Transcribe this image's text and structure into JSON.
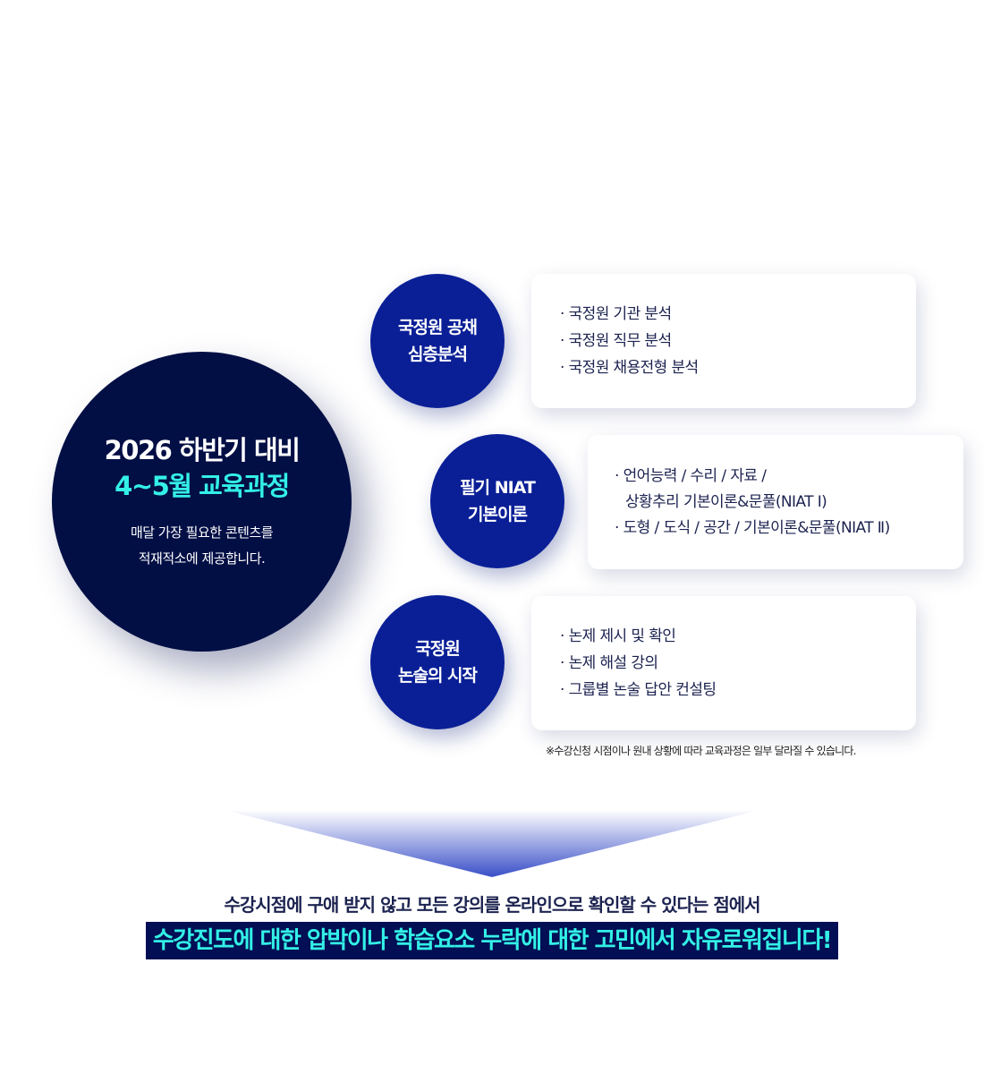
{
  "hero": {
    "title": "2026 하반기 대비",
    "subtitle": "4~5월 교육과정",
    "desc1": "매달 가장 필요한 콘텐츠를",
    "desc2": "적재적소에 제공합니다."
  },
  "modules": [
    {
      "line1": "국정원 공채",
      "line2": "심층분석",
      "items": [
        "· 국정원 기관 분석",
        "· 국정원 직무 분석",
        "· 국정원 채용전형 분석"
      ]
    },
    {
      "line1": "필기 NIAT",
      "line2": "기본이론",
      "items": [
        "· 언어능력 / 수리 / 자료 /",
        "상황추리 기본이론&문풀(NIAT Ⅰ)",
        "· 도형 / 도식 / 공간 / 기본이론&문풀(NIAT Ⅱ)"
      ]
    },
    {
      "line1": "국정원",
      "line2": "논술의 시작",
      "items": [
        "· 논제 제시 및 확인",
        "· 논제 해설 강의",
        "· 그룹별 논술 답안 컨설팅"
      ]
    }
  ],
  "note": "※수강신청 시점이나 원내 상황에 따라 교육과정은 일부 달라질 수 있습니다.",
  "bottom": {
    "line1": "수강시점에 구애 받지 않고 모든 강의를 온라인으로 확인할 수 있다는 점에서",
    "line2": "수강진도에 대한 압박이나 학습요소 누락에 대한 고민에서 자유로워집니다!"
  }
}
